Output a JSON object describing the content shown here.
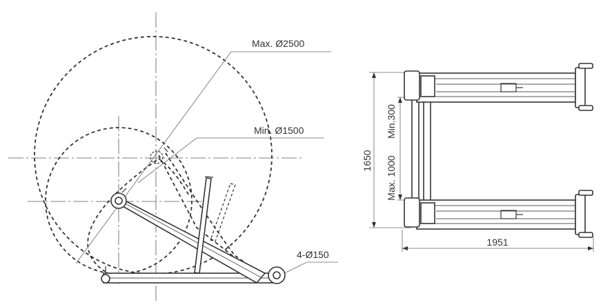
{
  "side_view": {
    "max_diameter_label": "Max. Ø2500",
    "min_diameter_label": "Min. Ø1500",
    "wheel_label": "4-Ø150"
  },
  "top_view": {
    "height_label": "1650",
    "max_spacing_label": "Max. 1000",
    "min_spacing_label": "Min.300",
    "width_label": "1951"
  }
}
